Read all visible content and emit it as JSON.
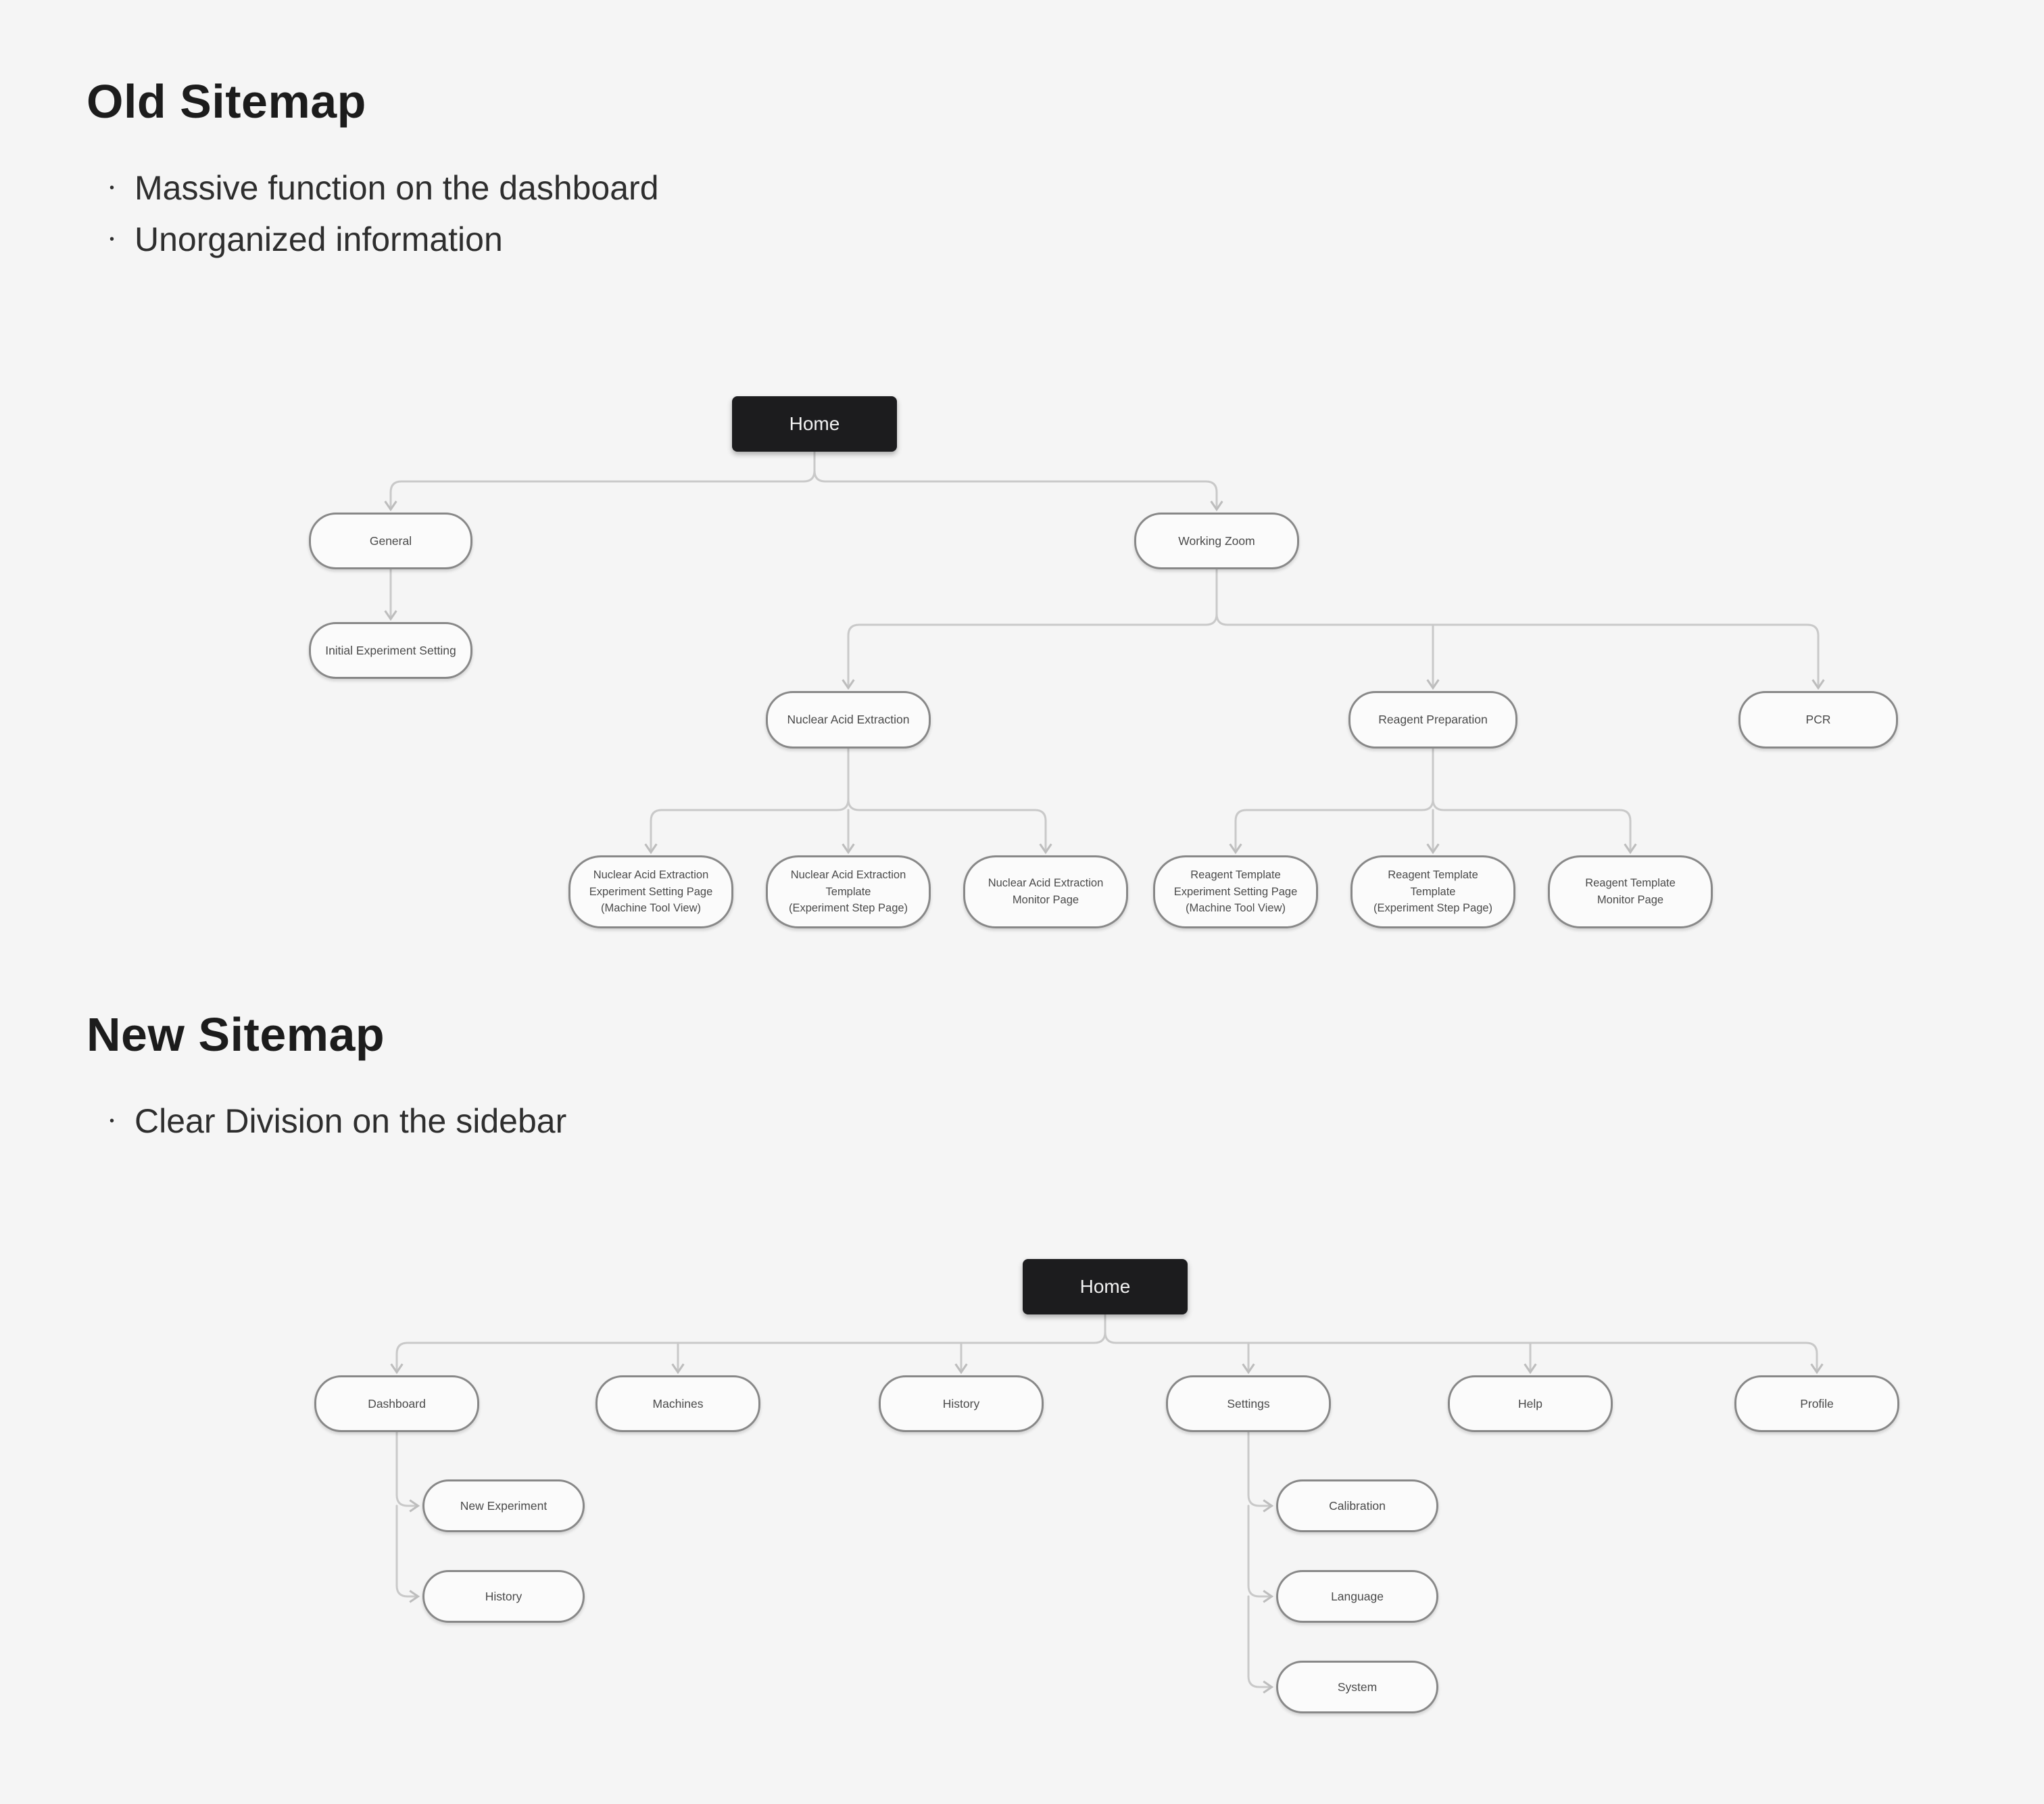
{
  "old_sitemap": {
    "title": "Old Sitemap",
    "bullets": [
      "Massive function on the dashboard",
      "Unorganized information"
    ],
    "nodes": {
      "home": "Home",
      "general": "General",
      "initial_experiment_setting": "Initial Experiment Setting",
      "working_zoom": "Working Zoom",
      "nuclear_acid_extraction": "Nuclear Acid Extraction",
      "reagent_preparation": "Reagent Preparation",
      "pcr": "PCR",
      "nae_experiment_setting_page": "Nuclear Acid Extraction\nExperiment Setting Page\n(Machine Tool View)",
      "nae_template": "Nuclear Acid Extraction\nTemplate\n(Experiment Step Page)",
      "nae_monitor_page": "Nuclear Acid Extraction\nMonitor Page",
      "reagent_template_experiment_setting_page": "Reagent Template\nExperiment Setting Page\n(Machine Tool View)",
      "reagent_template_template": "Reagent Template\nTemplate\n(Experiment Step Page)",
      "reagent_template_monitor_page": "Reagent Template\nMonitor Page"
    }
  },
  "new_sitemap": {
    "title": "New Sitemap",
    "bullets": [
      "Clear Division on the sidebar"
    ],
    "nodes": {
      "home": "Home",
      "dashboard": "Dashboard",
      "machines": "Machines",
      "history": "History",
      "settings": "Settings",
      "help": "Help",
      "profile": "Profile",
      "new_experiment": "New Experiment",
      "dashboard_history": "History",
      "calibration": "Calibration",
      "language": "Language",
      "system": "System"
    }
  },
  "colors": {
    "background": "#f5f5f5",
    "home_node_bg": "#1c1c1e",
    "home_node_text": "#f2f2f2",
    "node_bg": "#fbfbfb",
    "node_border": "#888888",
    "node_text": "#4a4a4a",
    "connector": "#c9c9c9",
    "heading_text": "#1c1c1c"
  }
}
